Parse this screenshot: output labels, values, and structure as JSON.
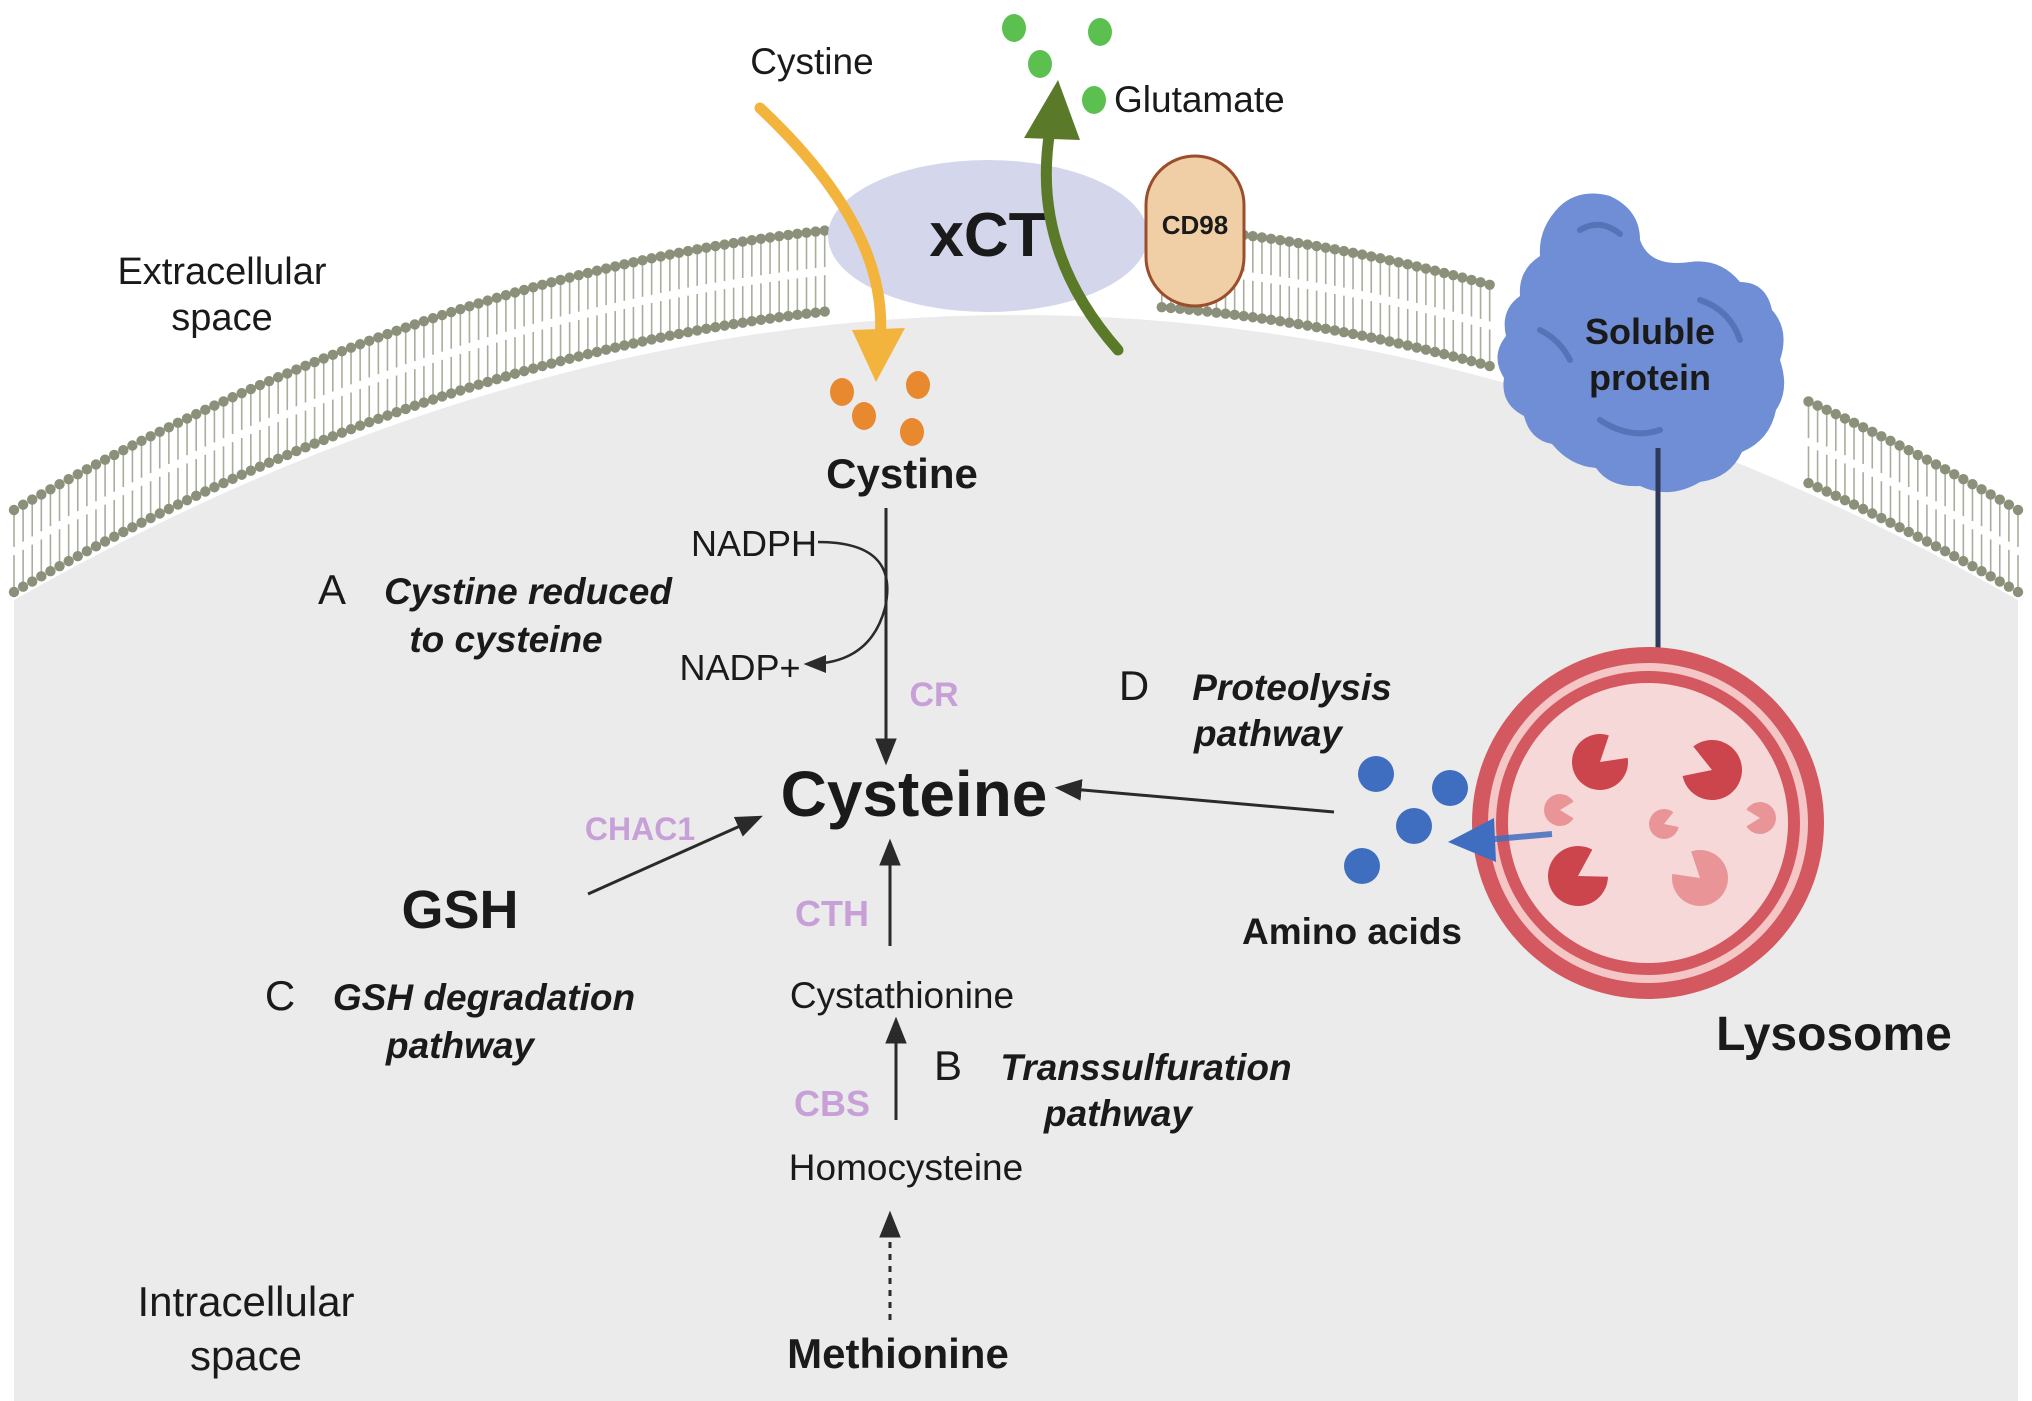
{
  "labels": {
    "extracellular": [
      "Extracellular",
      "space"
    ],
    "intracellular": [
      "Intracellular",
      "space"
    ],
    "cystine_out": "Cystine",
    "glutamate": "Glutamate",
    "xct": "xCT",
    "cd98": "CD98",
    "soluble_protein": [
      "Soluble",
      "protein"
    ],
    "cystine_in": "Cystine",
    "nadph": "NADPH",
    "nadp": "NADP+",
    "cysteine": "Cysteine",
    "gsh": "GSH",
    "cystathionine": "Cystathionine",
    "homocysteine": "Homocysteine",
    "methionine": "Methionine",
    "amino_acids": "Amino acids",
    "lysosome": "Lysosome"
  },
  "enzymes": {
    "cr": "CR",
    "chac1": "CHAC1",
    "cth": "CTH",
    "cbs": "CBS"
  },
  "pathways": {
    "a": {
      "letter": "A",
      "text": [
        "Cystine reduced",
        "to cysteine"
      ]
    },
    "b": {
      "letter": "B",
      "text": [
        "Transsulfuration",
        "pathway"
      ]
    },
    "c": {
      "letter": "C",
      "text": [
        "GSH degradation",
        "pathway"
      ]
    },
    "d": {
      "letter": "D",
      "text": [
        "Proteolysis",
        "pathway"
      ]
    }
  },
  "colors": {
    "cell_fill": "#ebebeb",
    "membrane_head": "#8a9079",
    "xct_fill": "#d4d7ec",
    "cd98_fill": "#f1cfa6",
    "cd98_stroke": "#9a4e2c",
    "cystine_arrow": "#f3b43d",
    "glutamate_arrow": "#5a7a2a",
    "glutamate_dot": "#5cc050",
    "cystine_dot": "#e8892f",
    "protein": "#6f8ed6",
    "lysosome_outer": "#d45860",
    "lysosome_inner": "#f7d4d4",
    "lysosome_pac": "#cc444c",
    "lysosome_pac_light": "#e99597",
    "amino_dot": "#3f6ec0",
    "enzyme_text": "#c8a0d8",
    "arrow_dark": "#2d3a5a"
  }
}
